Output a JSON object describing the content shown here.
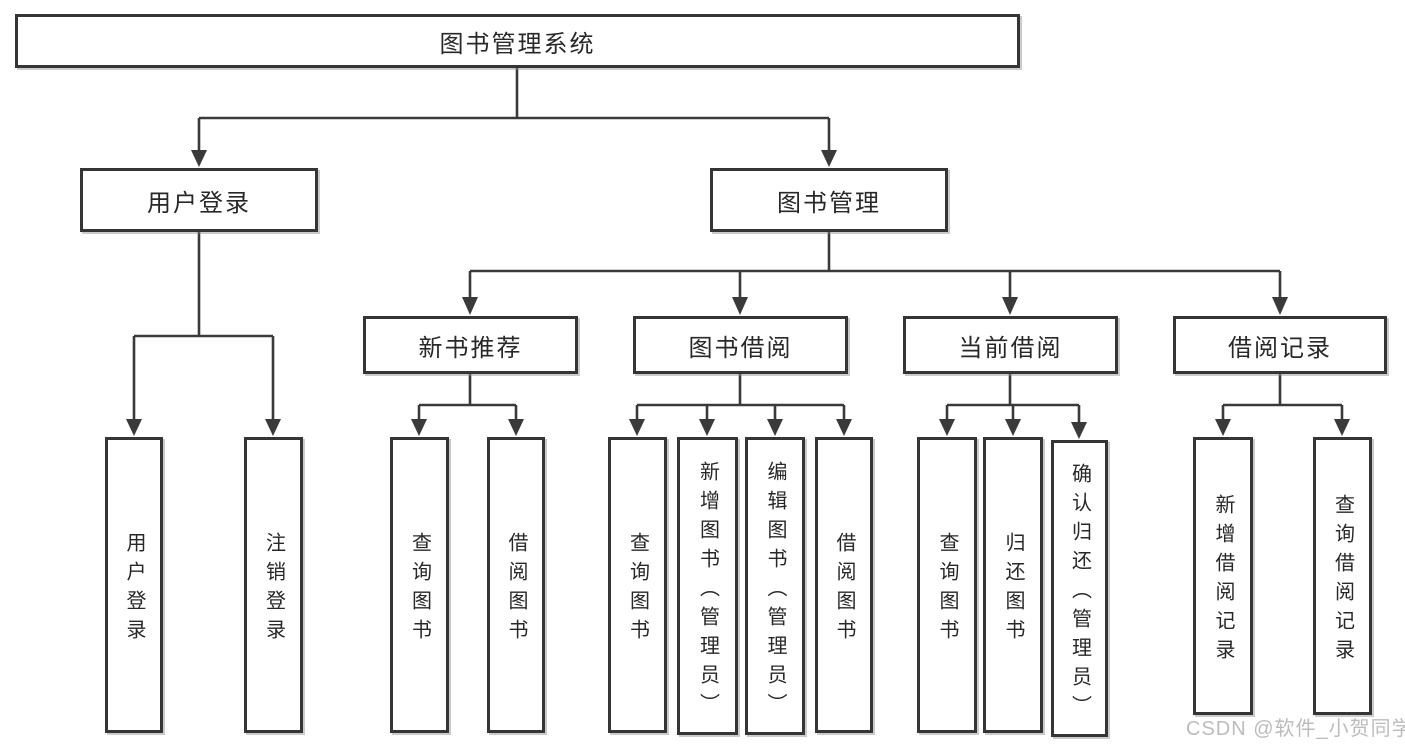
{
  "tree": {
    "label": "图书管理系统",
    "children": [
      {
        "label": "用户登录",
        "children": [
          {
            "label": "用户登录"
          },
          {
            "label": "注销登录"
          }
        ]
      },
      {
        "label": "图书管理",
        "children": [
          {
            "label": "新书推荐",
            "children": [
              {
                "label": "查询图书"
              },
              {
                "label": "借阅图书"
              }
            ]
          },
          {
            "label": "图书借阅",
            "children": [
              {
                "label": "查询图书"
              },
              {
                "label": "新增图书（管理员）"
              },
              {
                "label": "编辑图书（管理员）"
              },
              {
                "label": "借阅图书"
              }
            ]
          },
          {
            "label": "当前借阅",
            "children": [
              {
                "label": "查询图书"
              },
              {
                "label": "归还图书"
              },
              {
                "label": "确认归还（管理员）"
              }
            ]
          },
          {
            "label": "借阅记录",
            "children": [
              {
                "label": "新增借阅记录"
              },
              {
                "label": "查询借阅记录"
              }
            ]
          }
        ]
      }
    ]
  },
  "watermark": {
    "text": "CSDN @软件_小贺同学"
  },
  "colors": {
    "line": "#3a3a3a",
    "box_border": "#353535",
    "text": "#282828",
    "watermark": "#bcbcbc",
    "background": "#ffffff"
  }
}
